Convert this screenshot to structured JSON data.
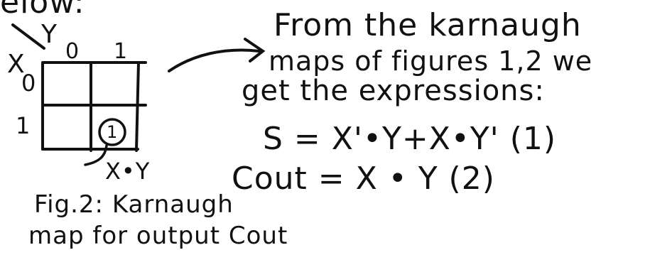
{
  "header_fragment": "elow:",
  "kmap": {
    "var_y": "Y",
    "var_x": "X",
    "col_labels": [
      "0",
      "1"
    ],
    "row_labels": [
      "0",
      "1"
    ],
    "circled_cell": "1",
    "term": "X•Y"
  },
  "caption": {
    "line1": "Fig.2: Karnaugh",
    "line2": "map for output Cout"
  },
  "note": {
    "line1": "From the karnaugh",
    "line2": "maps of figures 1,2 we",
    "line3": "get the expressions:"
  },
  "equations": {
    "s": "S = X'•Y+X•Y' (1)",
    "cout": "Cout = X • Y  (2)"
  },
  "ink_color": "#111111"
}
